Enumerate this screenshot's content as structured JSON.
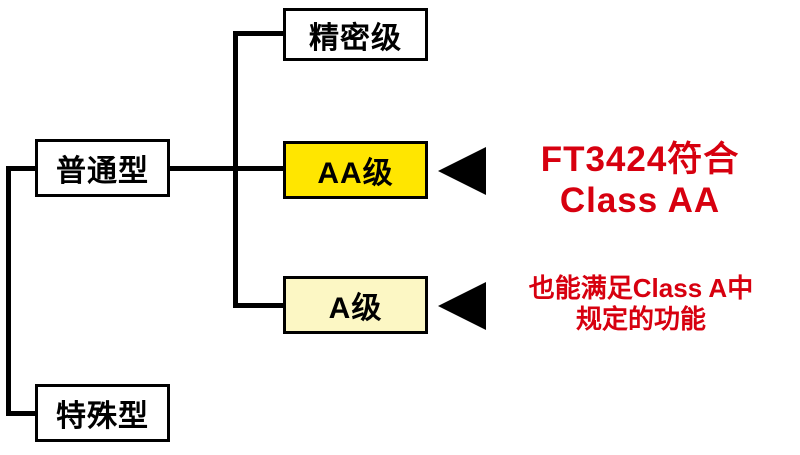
{
  "diagram": {
    "nodes": {
      "normal_type": "普通型",
      "special_type": "特殊型",
      "precision_grade": "精密级",
      "aa_grade": "AA级",
      "a_grade": "A级"
    },
    "annotations": {
      "aa": {
        "line1": "FT3424符合",
        "line2": "Class AA"
      },
      "a": {
        "line1": "也能满足Class A中",
        "line2": "规定的功能"
      }
    },
    "colors": {
      "aa_fill": "#ffe600",
      "a_fill": "#fcf7c4",
      "annotation_red": "#d7000f",
      "line_black": "#000000"
    }
  }
}
